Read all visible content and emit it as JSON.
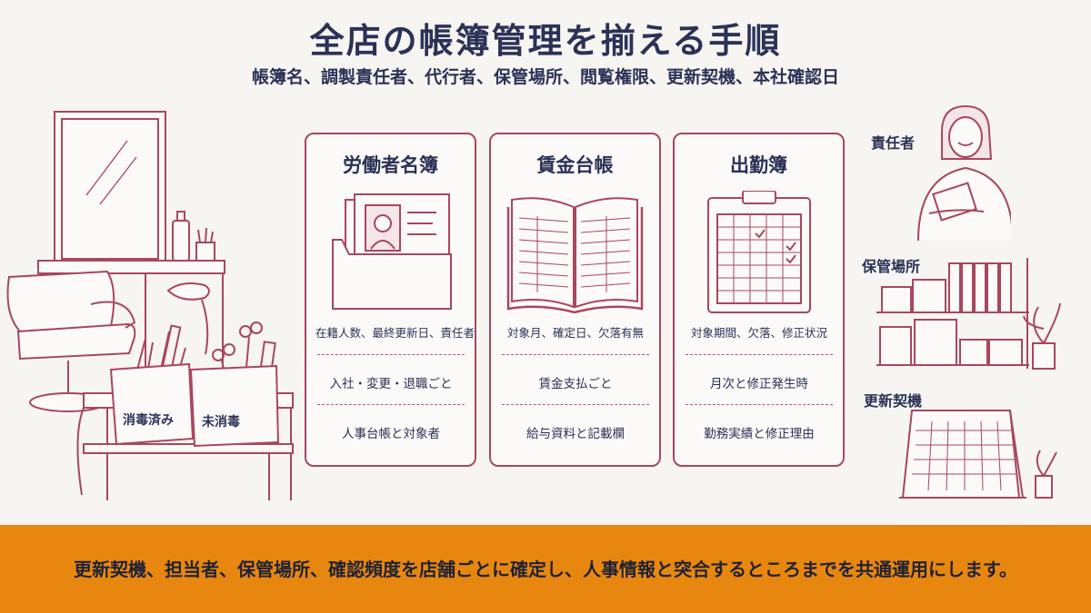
{
  "header": {
    "title": "全店の帳簿管理を揃える手順",
    "subtitle": "帳簿名、調製責任者、代行者、保管場所、閲覧権限、更新契機、本社確認日"
  },
  "salon": {
    "bin_sterilized": "消毒済み",
    "bin_unsterilized": "未消毒"
  },
  "cards": [
    {
      "title": "労働者名簿",
      "rows": [
        "在籍人数、最終更新日、責任者",
        "入社・変更・退職ごと",
        "人事台帳と対象者"
      ]
    },
    {
      "title": "賃金台帳",
      "rows": [
        "対象月、確定日、欠落有無",
        "賃金支払ごと",
        "給与資料と記載欄"
      ]
    },
    {
      "title": "出勤簿",
      "rows": [
        "対象期間、欠落、修正状況",
        "月次と修正発生時",
        "勤務実績と修正理由"
      ]
    }
  ],
  "side": {
    "responsible": "責任者",
    "storage": "保管場所",
    "trigger": "更新契機"
  },
  "footer": {
    "text": "更新契機、担当者、保管場所、確認頻度を店舗ごとに確定し、人事情報と突合するところまでを共通運用にします。"
  },
  "colors": {
    "accent": "#a8475f",
    "navy": "#2b3256",
    "footer": "#e8870f"
  }
}
